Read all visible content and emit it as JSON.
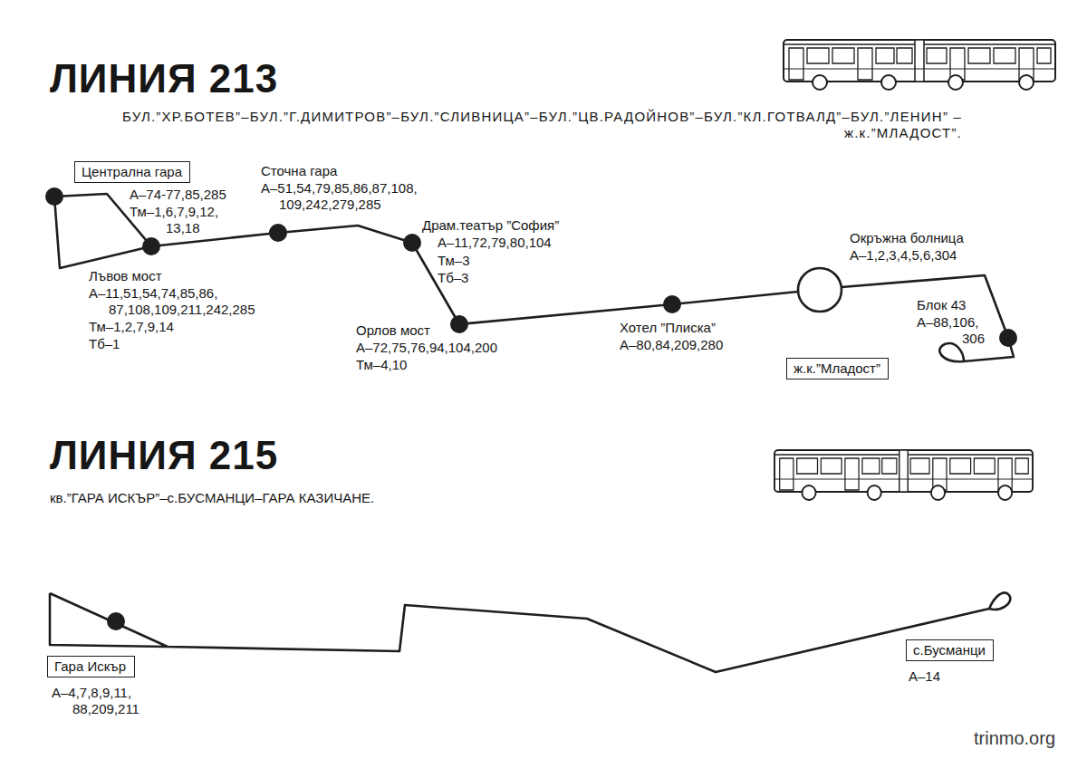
{
  "diagram": {
    "nodes": [
      {
        "text": [
          "Централна гара"
        ]
      },
      {
        "text": [
          "ж.к.”Младост”"
        ]
      },
      {
        "text": [
          "Гара Искър"
        ]
      },
      {
        "text": [
          "с.Бусманци"
        ]
      }
    ],
    "labels": [
      "ЛИНИЯ 213",
      "БУЛ.”ХР.БОТЕВ”–БУЛ.”Г.ДИМИТРОВ”–БУЛ.”СЛИВНИЦА”–БУЛ.”ЦВ.РАДОЙНОВ”–БУЛ.”КЛ.ГОТВАЛД”–БУЛ.”ЛЕНИН” –ж.к.”МЛАДОСТ”.",
      "А–74-77,85,285",
      "Тм–1,6,7,9,12, 13,18",
      "Сточна гара",
      "А–51,54,79,85,86,87,108, 109,242,279,285",
      "Драм.театър ”София”",
      "А–11,72,79,80,104",
      "Тм–3",
      "Тб–3",
      "Лъвов мост",
      "А–11,51,54,74,85,86, 87,108,109,211,242,285",
      "Тм–1,2,7,9,14",
      "Тб–1",
      "Орлов мост",
      "А–72,75,76,94,104,200",
      "Тм–4,10",
      "Хотел ”Плиска”",
      "А–80,84,209,280",
      "Окръжна болница",
      "А–1,2,3,4,5,6,304",
      "Блок 43",
      "А–88,106, 306",
      "ЛИНИЯ 215",
      "кв.”ГАРА ИСКЪР”–с.БУСМАНЦИ–ГАРА КАЗИЧАНЕ.",
      "А–4,7,8,9,11, 88,209,211",
      "А–14",
      "trinmo.org"
    ]
  }
}
